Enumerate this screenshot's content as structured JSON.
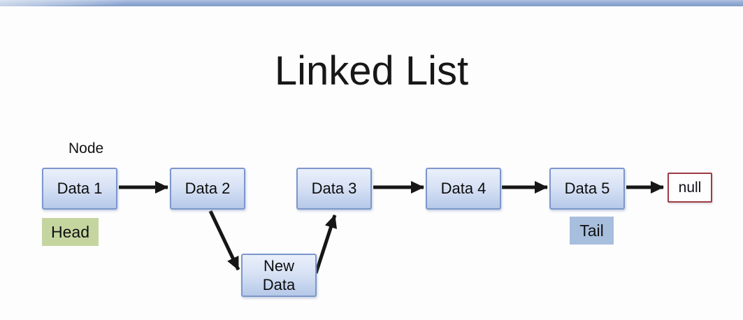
{
  "title": "Linked List",
  "window": {
    "top_bar_color": "#93acd5"
  },
  "diagram": {
    "node_annotation": "Node",
    "nodes": [
      {
        "label": "Data 1"
      },
      {
        "label": "Data 2"
      },
      {
        "label": "Data 3"
      },
      {
        "label": "Data 4"
      },
      {
        "label": "Data 5"
      }
    ],
    "new_node": {
      "line1": "New",
      "line2": "Data"
    },
    "terminator": {
      "label": "null",
      "border_color": "#9e3a44"
    },
    "head_tag": {
      "label": "Head",
      "background": "#c5d5a0"
    },
    "tail_tag": {
      "label": "Tail",
      "background": "#a8bedd"
    },
    "node_style": {
      "fill_top": "#eaf0fb",
      "fill_bottom": "#b6c9e9",
      "border": "#7c97ca"
    },
    "arrow_color": "#161616",
    "connections": [
      "Data 1 -> Data 2",
      "Data 2 -> New Data",
      "New Data -> Data 3",
      "Data 3 -> Data 4",
      "Data 4 -> Data 5",
      "Data 5 -> null"
    ]
  }
}
